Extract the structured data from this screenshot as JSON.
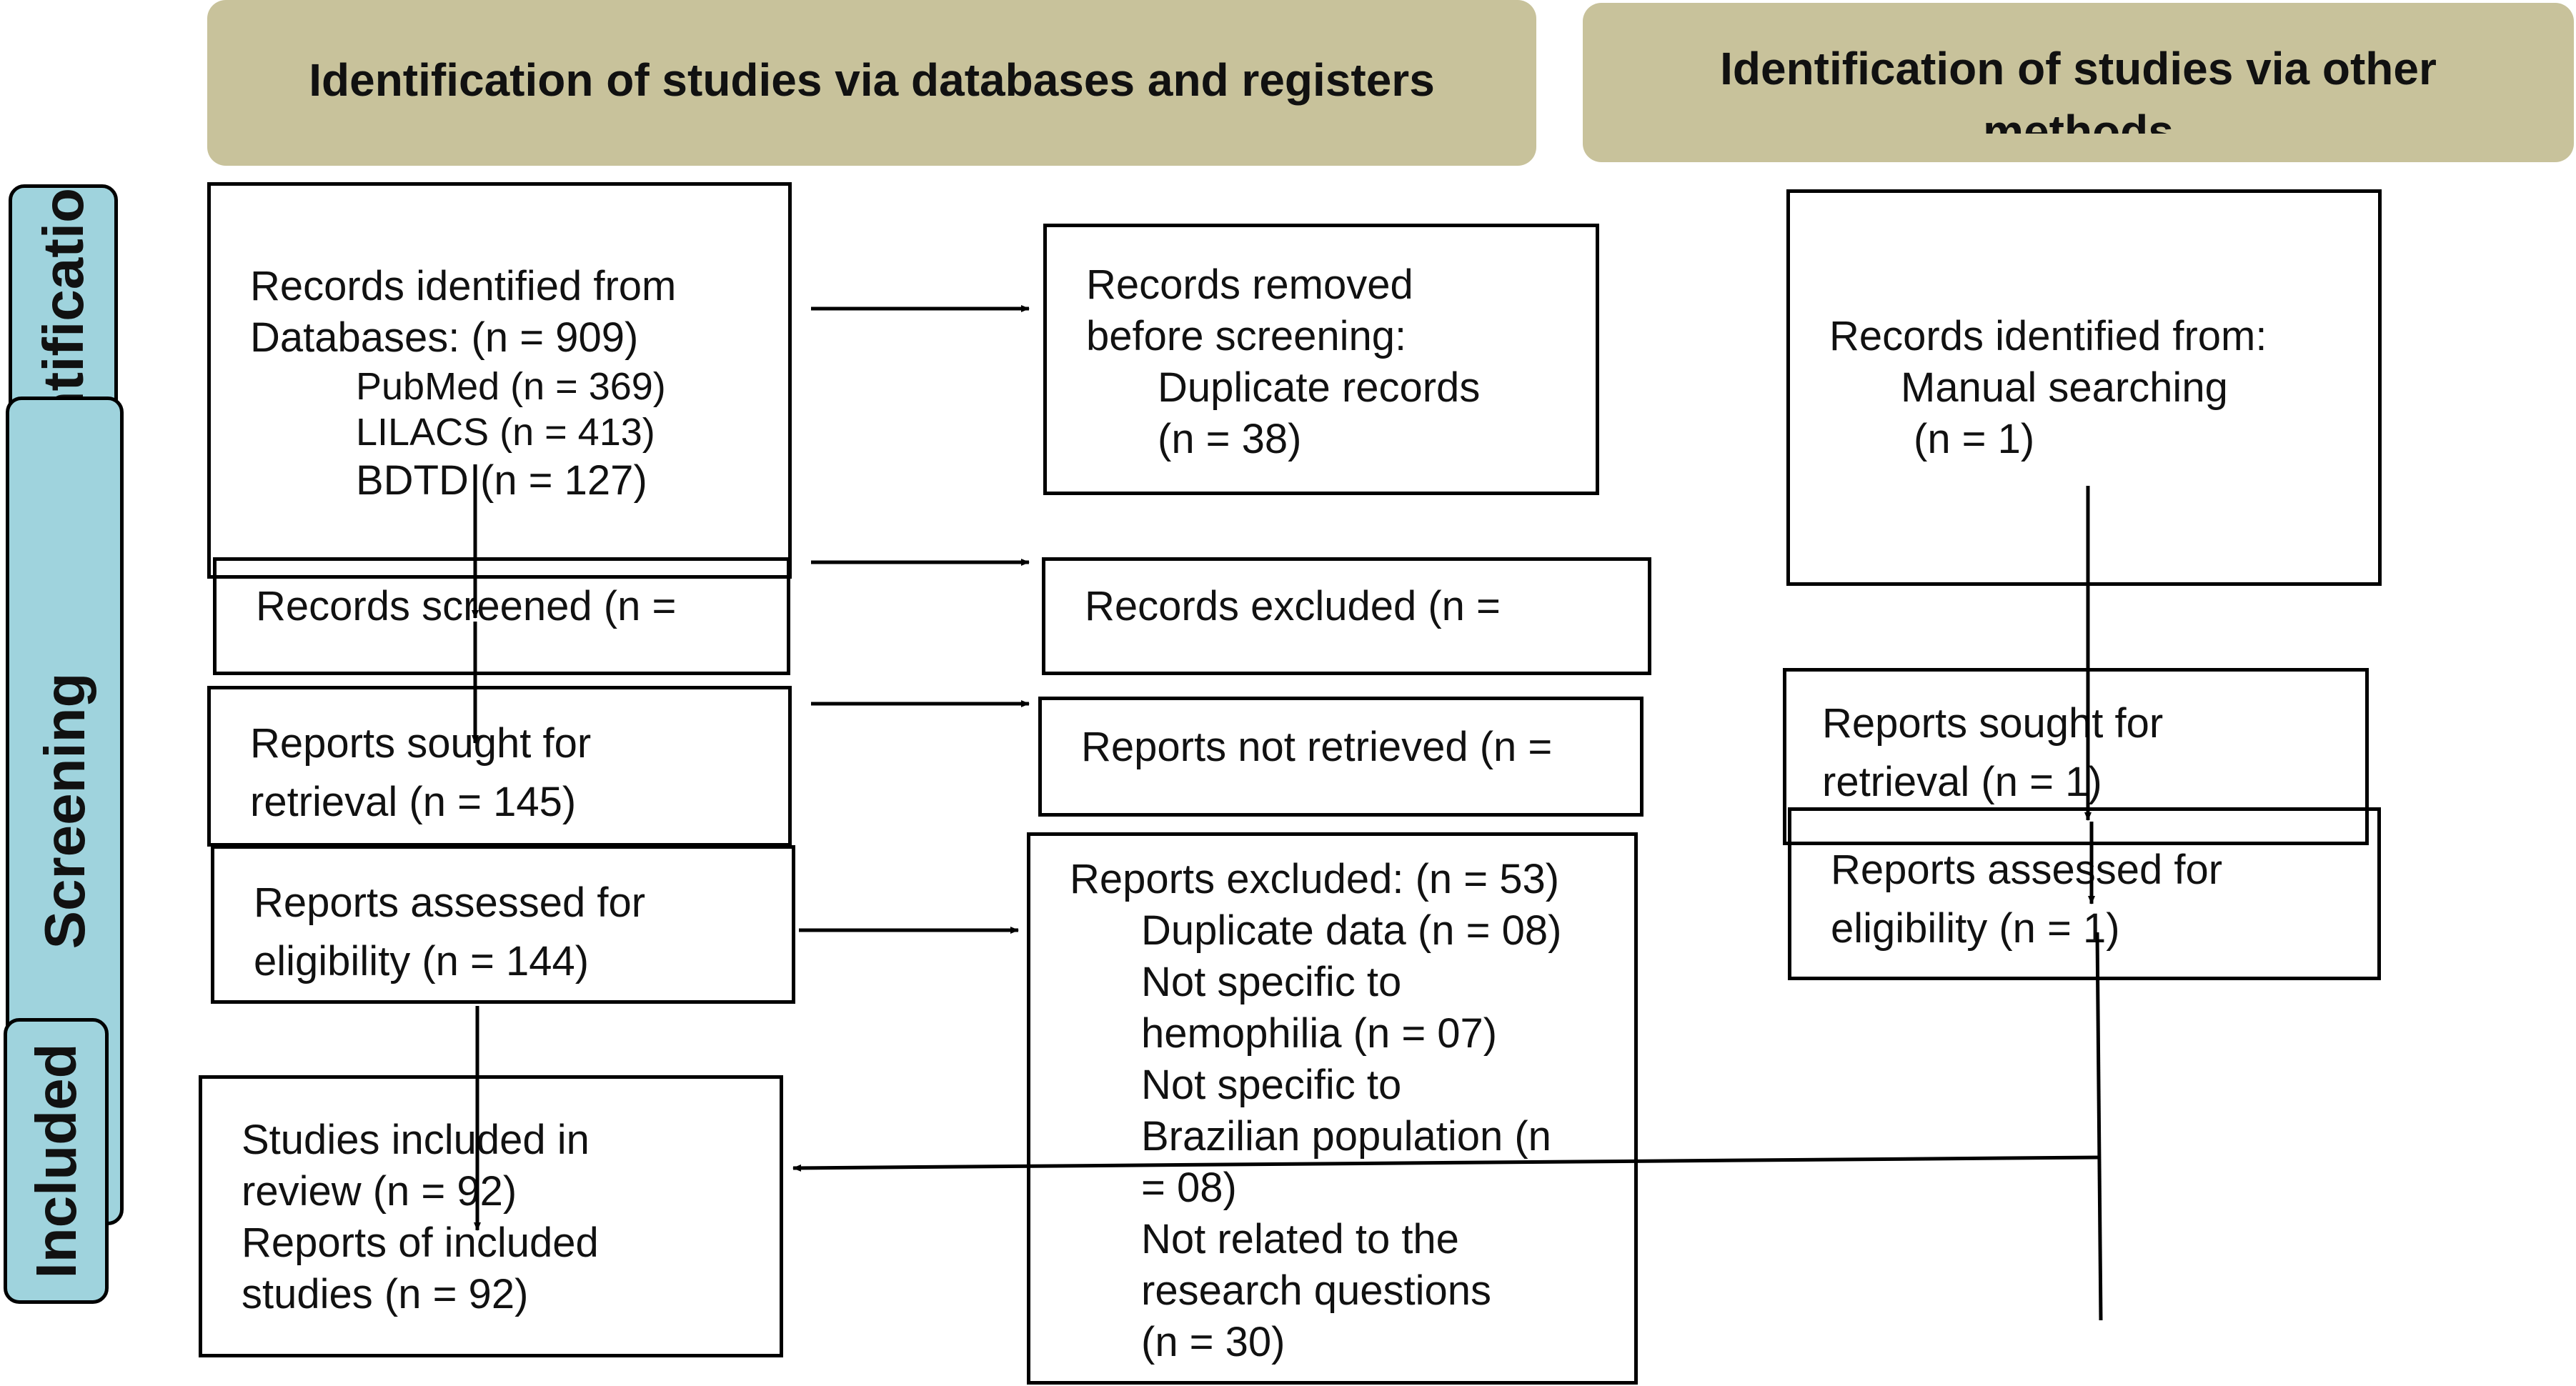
{
  "headers": {
    "databases": "Identification of studies via databases and registers",
    "other": "Identification of studies via other methods"
  },
  "side_tabs": {
    "identification": "Identification",
    "screening": "Screening",
    "included": "Included"
  },
  "boxes": {
    "records_identified": {
      "line1": "Records identified from",
      "line2": "Databases: (n = 909)",
      "pubmed": "PubMed (n = 369)",
      "lilacs": "LILACS (n = 413)",
      "bdtd": "BDTD (n = 127)"
    },
    "records_removed": {
      "line1": "Records removed",
      "line2": "before screening:",
      "line3": "Duplicate records",
      "line4": "(n = 38)"
    },
    "records_screened": {
      "line1": "Records screened (n ="
    },
    "records_excluded": {
      "line1": "Records excluded (n ="
    },
    "reports_sought": {
      "line1": "Reports sought for",
      "line2": "retrieval (n = 145)"
    },
    "reports_not_retrieved": {
      "line1": "Reports not retrieved (n ="
    },
    "reports_assessed": {
      "line1": "Reports assessed for",
      "line2": "eligibility (n = 144)"
    },
    "reports_excluded": {
      "line1": "Reports excluded: (n = 53)",
      "line2": "Duplicate data (n = 08)",
      "line3": "Not specific to",
      "line4": "hemophilia (n = 07)",
      "line5": "Not specific to",
      "line6": "Brazilian population (n",
      "line7": "= 08)",
      "line8": "Not related to the",
      "line9": "research questions",
      "line10": "(n = 30)"
    },
    "studies_included": {
      "line1": "Studies included in",
      "line2": "review (n = 92)",
      "line3": "Reports of included",
      "line4": "studies (n = 92)"
    },
    "other_identified": {
      "line1": "Records identified from:",
      "line2": "Manual searching",
      "line3": "(n = 1)"
    },
    "other_sought": {
      "line1": "Reports sought for",
      "line2": "retrieval (n = 1)"
    },
    "other_assessed": {
      "line1": "Reports assessed for",
      "line2": "eligibility (n = 1)"
    }
  }
}
